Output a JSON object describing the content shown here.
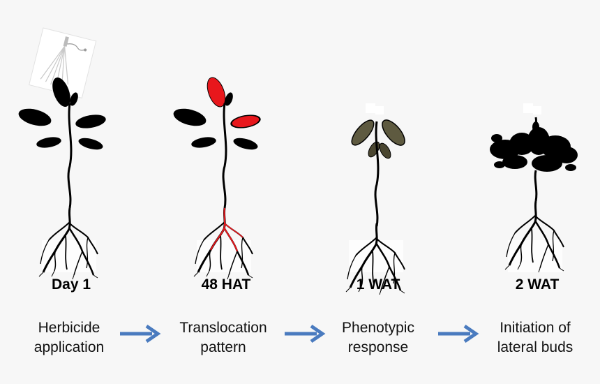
{
  "stages": [
    {
      "label": "Day 1",
      "desc_line1": "Herbicide",
      "desc_line2": "application"
    },
    {
      "label": "48 HAT",
      "desc_line1": "Translocation",
      "desc_line2": "pattern"
    },
    {
      "label": "1 WAT",
      "desc_line1": "Phenotypic",
      "desc_line2": "response"
    },
    {
      "label": "2 WAT",
      "desc_line1": "Initiation of",
      "desc_line2": "lateral buds"
    }
  ],
  "colors": {
    "background": "#f7f7f7",
    "plant": "#000000",
    "translocation": "#e8171c",
    "damaged_leaf": "#5e5a40",
    "arrow": "#4a7bbf"
  },
  "icons": [
    "spray-nozzle-icon",
    "arrow-right-icon"
  ]
}
